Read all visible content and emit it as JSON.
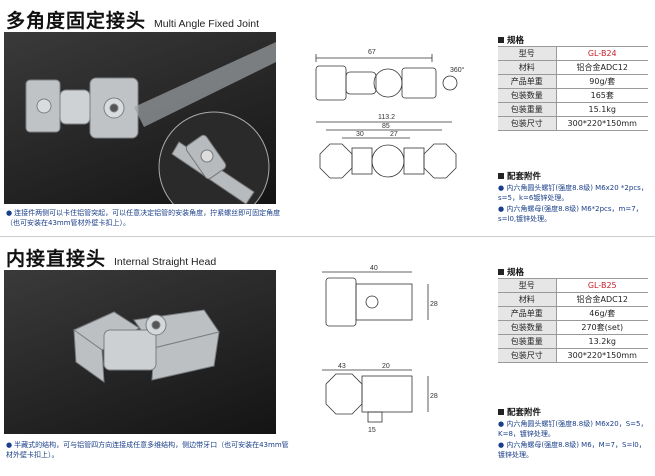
{
  "section1": {
    "title_cn": "多角度固定接头",
    "title_en": "Multi Angle Fixed Joint",
    "note": "连接件两侧可以卡住铝管突起，可以任意决定铝管的安装角度，拧紧螺丝即可固定角度（也可安装在43mm管材外壁卡扣上）。",
    "drawing": {
      "dim_top": "67",
      "dim_angle": "360°",
      "dim_total": "113.2",
      "dim_inner": "85",
      "dim_a": "30",
      "dim_b": "27"
    },
    "spec": {
      "heading": "规格",
      "rows": [
        {
          "k": "型号",
          "v": "GL-B24"
        },
        {
          "k": "材料",
          "v": "铝合金ADC12"
        },
        {
          "k": "产品单重",
          "v": "90g/套"
        },
        {
          "k": "包装数量",
          "v": "165套"
        },
        {
          "k": "包装重量",
          "v": "15.1kg"
        },
        {
          "k": "包装尺寸",
          "v": "300*220*150mm"
        }
      ]
    },
    "accessories": {
      "heading": "配套附件",
      "items": [
        "内六角圆头螺钉(强度8.8级) M6x20 *2pcs，s=5，k=6镀锌处理。",
        "内六角螺母(强度8.8级) M6*2pcs，m=7，s=l0,镀锌处理。"
      ]
    }
  },
  "section2": {
    "title_cn": "内接直接头",
    "title_en": "Internal Straight Head",
    "note": "半藏式的结构，可与铝管四方向连接成任意多维结构，侧边带牙口（也可安装在43mm管材外壁卡扣上）。",
    "drawing": {
      "dim_top": "40",
      "dim_side": "28",
      "dim_a": "43",
      "dim_b": "20",
      "dim_bottom": "15",
      "dim_side2": "28"
    },
    "spec": {
      "heading": "规格",
      "rows": [
        {
          "k": "型号",
          "v": "GL-B25"
        },
        {
          "k": "材料",
          "v": "铝合金ADC12"
        },
        {
          "k": "产品单重",
          "v": "46g/套"
        },
        {
          "k": "包装数量",
          "v": "270套(set)"
        },
        {
          "k": "包装重量",
          "v": "13.2kg"
        },
        {
          "k": "包装尺寸",
          "v": "300*220*150mm"
        }
      ]
    },
    "accessories": {
      "heading": "配套附件",
      "items": [
        "内六角圆头螺钉(强度8.8级) M6x20，S=5，K=8，镀锌处理。",
        "内六角螺母(强度8.8级) M6，M=7，S=l0，镀锌处理。"
      ]
    }
  },
  "colors": {
    "accent": "#c8202a",
    "note_blue": "#1a3f8a",
    "table_gray": "#e6e6e6"
  }
}
